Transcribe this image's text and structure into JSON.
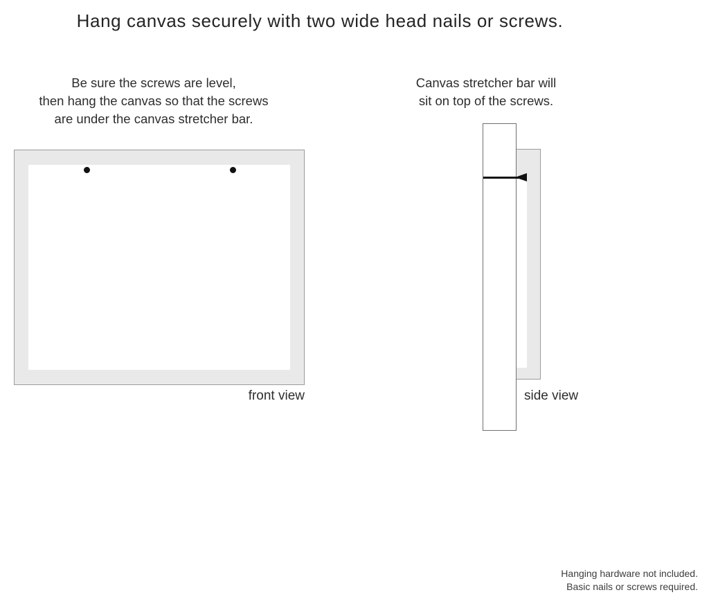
{
  "title": "Hang canvas securely with two wide head nails or screws.",
  "front": {
    "lines": [
      "Be sure the screws are level,",
      "then hang the canvas so that the screws",
      "are under the canvas stretcher bar."
    ],
    "label": "front view"
  },
  "side": {
    "lines": [
      "Canvas stretcher bar will",
      "sit on top of the screws."
    ],
    "label": "side view"
  },
  "footer": {
    "lines": [
      "Hanging hardware not included.",
      "Basic nails or screws required."
    ]
  },
  "colors": {
    "ink": "#2d2d2d",
    "canvas_fill": "#e9e9e9",
    "canvas_border": "#9b9b9b",
    "bar_border": "#6f6f6f",
    "nail": "#111111",
    "background": "#ffffff"
  }
}
